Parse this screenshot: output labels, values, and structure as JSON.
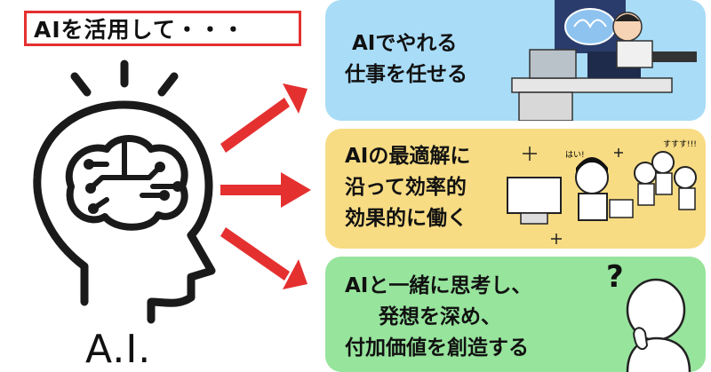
{
  "title": "AIを活用して・・・",
  "head_label": "A.I.",
  "cards": [
    {
      "lines": [
        "AIでやれる",
        "仕事を任せる"
      ]
    },
    {
      "lines": [
        "AIの最適解に",
        "沿って効率的",
        "効果的に働く"
      ]
    },
    {
      "lines": [
        "AIと一緒に思考し、",
        "発想を深め、",
        "付加価値を創造する"
      ]
    }
  ],
  "illustration_text": {
    "office_speech": "はい!",
    "office_cheer": "すすす!!!",
    "question_mark": "?"
  },
  "colors": {
    "red": "#e53030",
    "card1": "#a9dcf7",
    "card2": "#f8dc84",
    "card3": "#97e49d"
  }
}
